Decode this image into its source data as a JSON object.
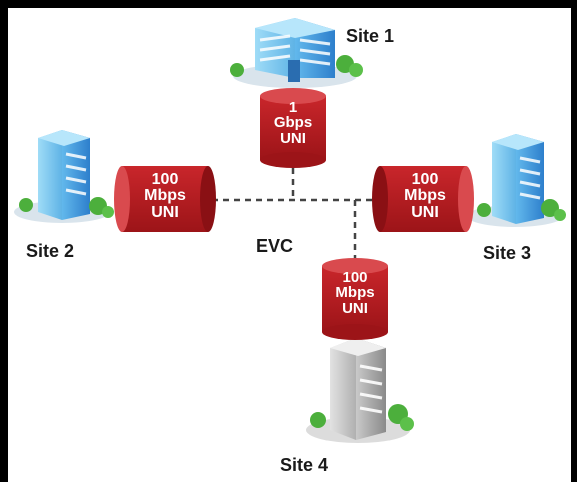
{
  "sites": [
    {
      "id": "site1",
      "label": "Site 1"
    },
    {
      "id": "site2",
      "label": "Site 2"
    },
    {
      "id": "site3",
      "label": "Site 3"
    },
    {
      "id": "site4",
      "label": "Site 4"
    }
  ],
  "unis": [
    {
      "id": "uni1",
      "line1": "1",
      "line2": "Gbps",
      "line3": "UNI"
    },
    {
      "id": "uni2",
      "line1": "100",
      "line2": "Mbps",
      "line3": "UNI"
    },
    {
      "id": "uni3",
      "line1": "100",
      "line2": "Mbps",
      "line3": "UNI"
    },
    {
      "id": "uni4",
      "line1": "100",
      "line2": "Mbps",
      "line3": "UNI"
    }
  ],
  "evc": {
    "label": "EVC"
  },
  "colors": {
    "uni_red": "#b3191c",
    "uni_red_dark": "#8a1014",
    "building_blue": "#3a8fd8",
    "building_blue_light": "#8ad0f5",
    "building_gray": "#9a9a9a",
    "tree_green": "#4caf3c",
    "link_dash": "#444444"
  }
}
